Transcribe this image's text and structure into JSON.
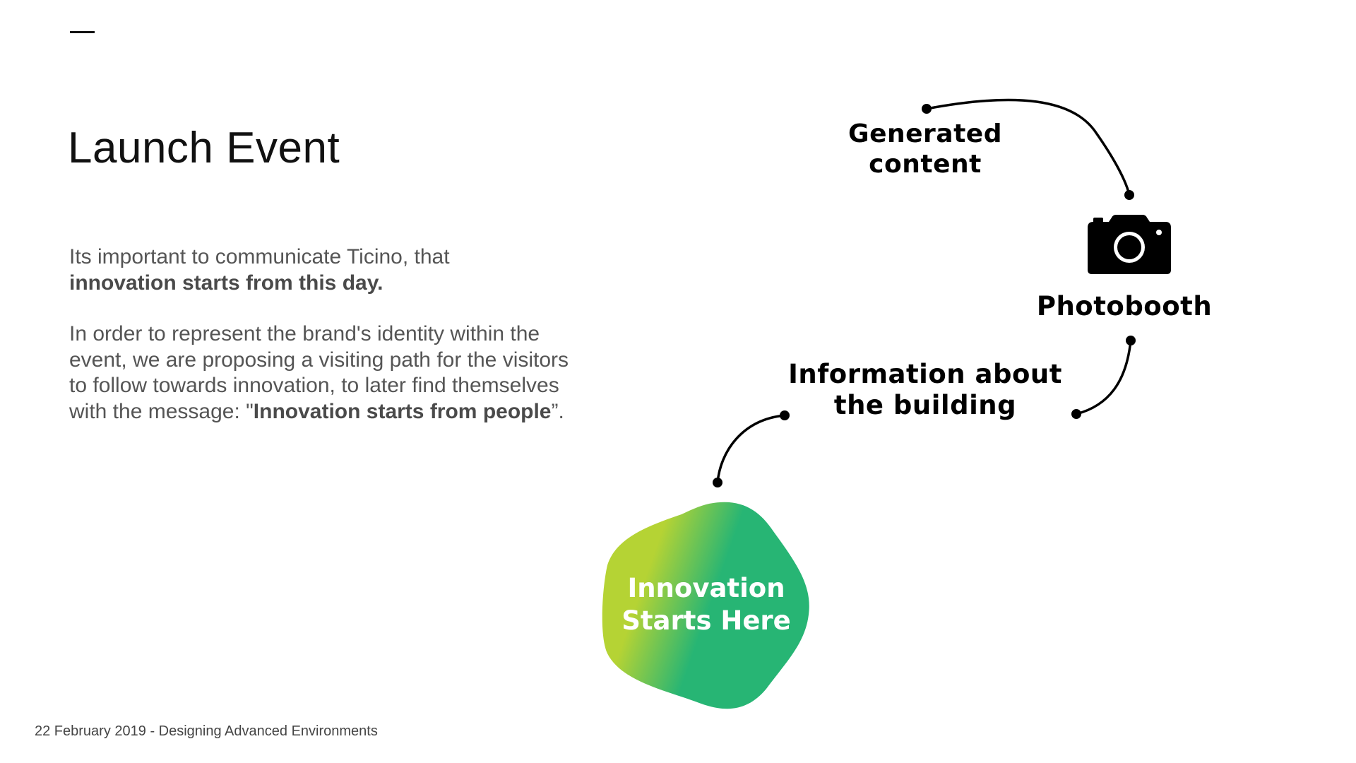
{
  "slide": {
    "title": "Launch Event",
    "paragraph1": {
      "text": "Its important to communicate Ticino, that ",
      "bold": "innovation starts from this day."
    },
    "paragraph2": {
      "text": "In order to represent the brand's identity within the event, we are proposing a visiting path for the visitors to follow towards innovation, to later find themselves with the message: \"",
      "bold": "Innovation starts from people",
      "tail": "”."
    },
    "footer": "22 February 2019 - Designing Advanced Environments"
  },
  "diagram": {
    "nodes": {
      "generated_content": "Generated content",
      "photobooth": "Photobooth",
      "information": "Information about the building",
      "innovation": "Innovation Starts Here"
    },
    "icons": {
      "photobooth": "camera-icon"
    },
    "colors": {
      "blob_gradient_start": "#b5d334",
      "blob_gradient_end": "#27b574",
      "line": "#000000"
    }
  }
}
